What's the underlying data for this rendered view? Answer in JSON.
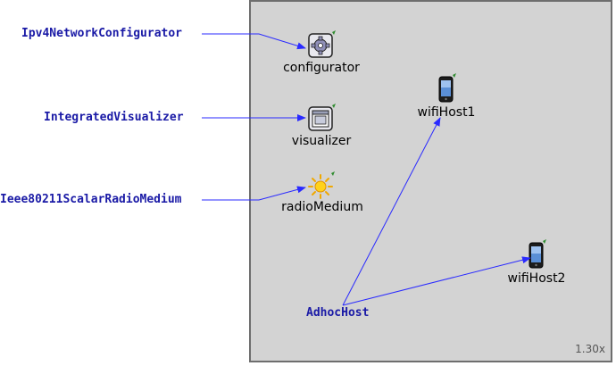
{
  "canvas": {
    "zoom_label": "1.30x",
    "background": "#d3d3d3"
  },
  "modules": {
    "configurator": {
      "label": "configurator",
      "icon": "gear-icon"
    },
    "visualizer": {
      "label": "visualizer",
      "icon": "window-icon"
    },
    "radioMedium": {
      "label": "radioMedium",
      "icon": "sun-icon"
    },
    "wifiHost1": {
      "label": "wifiHost1",
      "icon": "phone-icon"
    },
    "wifiHost2": {
      "label": "wifiHost2",
      "icon": "phone-icon"
    }
  },
  "annotations": {
    "configurator_type": "Ipv4NetworkConfigurator",
    "visualizer_type": "IntegratedVisualizer",
    "radio_type": "Ieee80211ScalarRadioMedium",
    "host_type": "AdhocHost"
  },
  "colors": {
    "annotation": "#1a1aa6",
    "arrow": "#2a2aff"
  }
}
